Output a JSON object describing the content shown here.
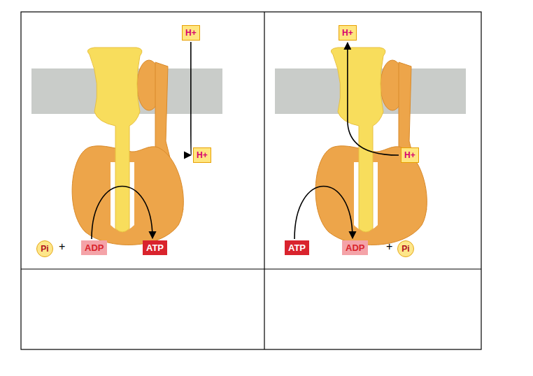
{
  "diagram": {
    "nodes": [
      {
        "text": [
          "H+"
        ]
      },
      {
        "text": [
          "H+"
        ]
      },
      {
        "text": [
          "Pi"
        ]
      },
      {
        "text": [
          "ADP"
        ]
      },
      {
        "text": [
          "ATP"
        ]
      },
      {
        "text": [
          "H+"
        ]
      },
      {
        "text": [
          "H+"
        ]
      },
      {
        "text": [
          "ATP"
        ]
      },
      {
        "text": [
          "ADP"
        ]
      },
      {
        "text": [
          "Pi"
        ]
      }
    ],
    "edges": [
      {
        "from": 0,
        "to": 1,
        "arrow": "to"
      },
      {
        "from": 3,
        "to": 4,
        "arrow": "to"
      },
      {
        "from": 6,
        "to": 5,
        "arrow": "to"
      },
      {
        "from": 7,
        "to": 8,
        "arrow": "to"
      }
    ],
    "labels": [
      "+",
      "+"
    ]
  }
}
